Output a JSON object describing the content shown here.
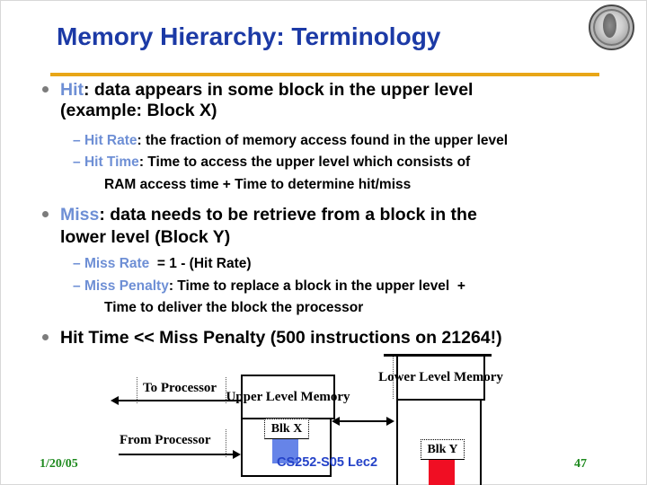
{
  "slide": {
    "title": "Memory Hierarchy: Terminology",
    "logo_icon": "university-seal-icon",
    "accent_rule_color": "#e8a617",
    "title_color": "#1c3aa6",
    "keyword_color": "#6e8fd5"
  },
  "bullets": {
    "b1": {
      "kw": "Hit",
      "l1": ": data appears in some block in the upper level",
      "l2": "(example: Block X)"
    },
    "s1a": {
      "dash": "–",
      "kw": "Hit Rate",
      "text": ": the fraction of memory access found in the upper level"
    },
    "s1b": {
      "dash": "–",
      "kw": "Hit Time",
      "text": ": Time to access the upper level which consists of"
    },
    "s1c": "RAM access time + Time to determine hit/miss",
    "b2": {
      "kw": "Miss",
      "l1": ": data needs to be retrieve from a block in the",
      "l2": "lower level (Block Y)"
    },
    "s2a": {
      "dash": "–",
      "kw": "Miss Rate",
      "text": "  = 1 - (Hit Rate)"
    },
    "s2b": {
      "dash": "–",
      "kw": "Miss Penalty",
      "text": ": Time to replace a block in the upper level  +"
    },
    "s2c": "Time to deliver the block the processor",
    "b3": "Hit Time << Miss Penalty (500 instructions on 21264!)"
  },
  "diagram": {
    "to_processor_label": "To Processor",
    "from_processor_label": "From Processor",
    "upper_memory_label": "Upper Level Memory",
    "lower_memory_label": "Lower Level Memory",
    "blk_x_label": "Blk X",
    "blk_y_label": "Blk Y",
    "blk_x_color": "#6684e8",
    "blk_y_color": "#f00e23"
  },
  "footer": {
    "date": "1/20/05",
    "course": "CS252-S05 Lec2",
    "page": "47",
    "date_color": "#1e8a1e",
    "course_color": "#2442c8"
  }
}
